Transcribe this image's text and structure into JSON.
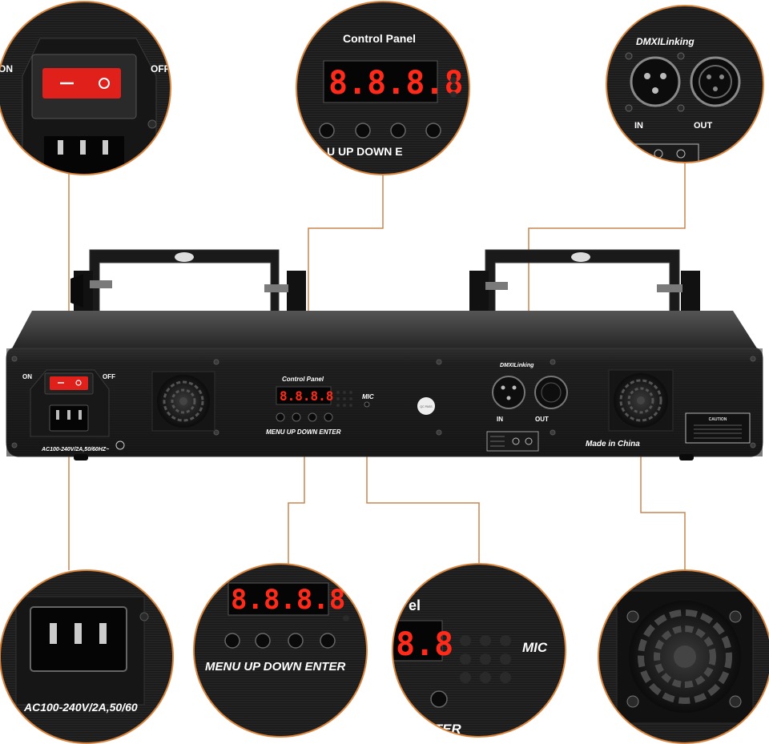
{
  "main_unit": {
    "switch_on": "ON",
    "switch_off": "OFF",
    "power_rating": "AC100-240V/2A,50/60HZ~",
    "control_panel_title": "Control Panel",
    "display": "8.8.8.8",
    "buttons_label": "MENU UP DOWN ENTER",
    "mic": "MIC",
    "dmx_title": "DMXILinking",
    "dmx_in": "IN",
    "dmx_out": "OUT",
    "made_in": "Made in China",
    "caution": "CAUTION",
    "qc_label": "QC PASS"
  },
  "callouts": {
    "power_switch": {
      "on": "ON",
      "off": "OFF"
    },
    "control_panel": {
      "title": "Control Panel",
      "display": "8.8.8.8",
      "buttons": "U  UP  DOWN  E"
    },
    "dmx": {
      "title": "DMXILinking",
      "in": "IN",
      "out": "OUT"
    },
    "power_socket": {
      "rating": "AC100-240V/2A,50/60"
    },
    "buttons": {
      "display": "8.8.8.8",
      "label": "MENU UP DOWN ENTER"
    },
    "mic": {
      "title_fragment": "el",
      "display": "8.8",
      "mic": "MIC",
      "enter": "ENTER"
    },
    "fan": {}
  },
  "colors": {
    "leader_line": "#c8864e",
    "ring": "#d9843c",
    "body": "#1d1d1d",
    "switch_red": "#e0201a",
    "display_red": "#ff2a1a"
  }
}
